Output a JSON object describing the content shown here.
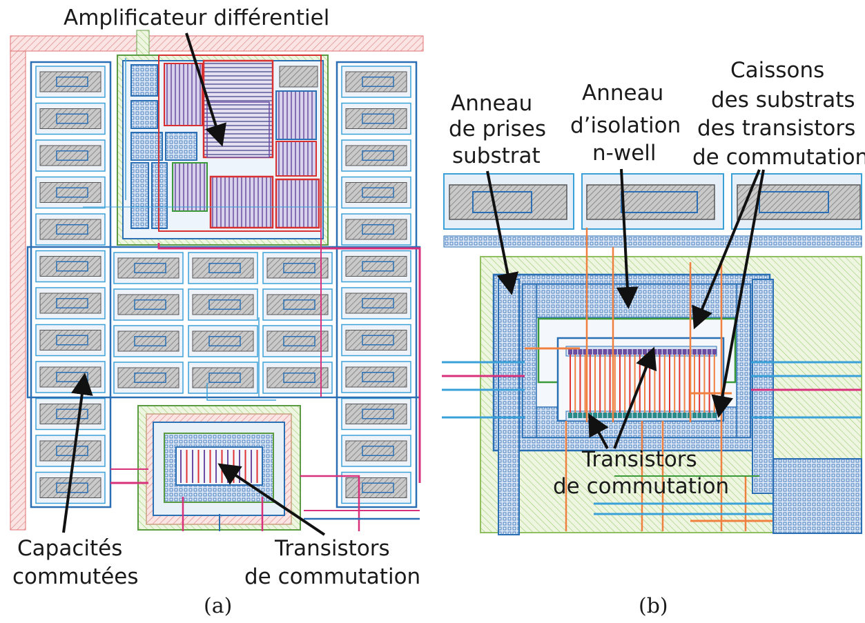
{
  "panel_a": {
    "caption": "(a)",
    "labels": {
      "diff_amp": "Amplificateur différentiel",
      "caps_line1": "Capacités",
      "caps_line2": "commutées",
      "trans_line1": "Transistors",
      "trans_line2": "de commutation"
    }
  },
  "panel_b": {
    "caption": "(b)",
    "labels": {
      "ring_sub_line1": "Anneau",
      "ring_sub_line2": "de prises",
      "ring_sub_line3": "substrat",
      "ring_iso_line1": "Anneau",
      "ring_iso_line2": "d’isolation",
      "ring_iso_line3": "n-well",
      "wells_line1": "Caissons",
      "wells_line2": "des substrats",
      "wells_line3": "des transistors",
      "wells_line4": "de commutation",
      "trans_line1": "Transistors",
      "trans_line2": "de commutation"
    }
  },
  "colors": {
    "well_blue": "#2a6fb3",
    "metal_cyan": "#3aa0d8",
    "poly_red": "#e03030",
    "hatch_red": "#e89090",
    "hatch_gray": "#777777",
    "pad_green": "#8fbf5f",
    "magenta": "#d8307a",
    "orange": "#f08040"
  }
}
